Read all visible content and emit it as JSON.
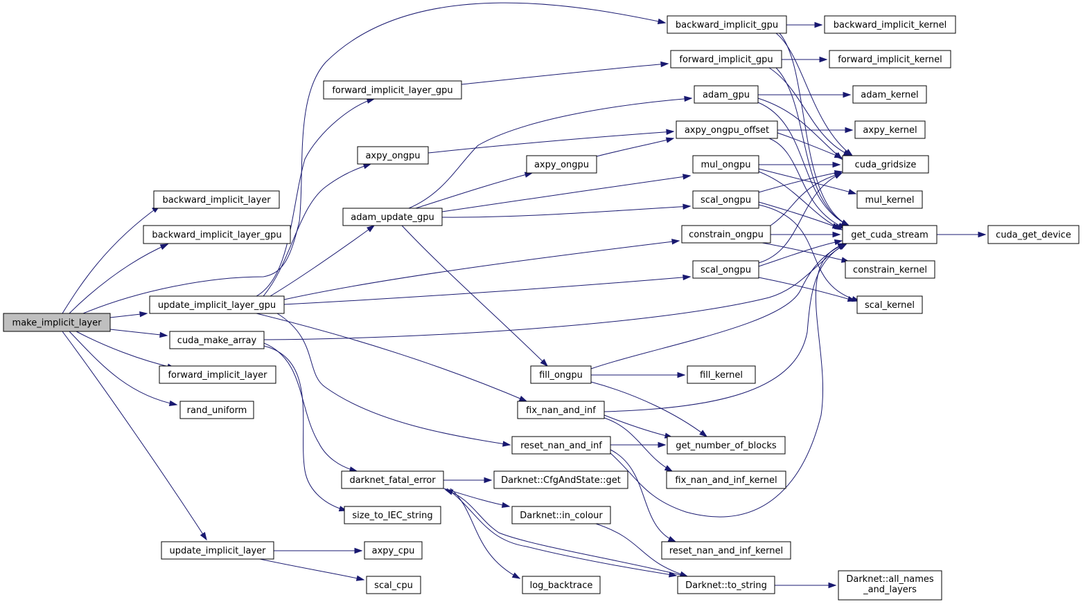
{
  "graph": {
    "type": "call-graph",
    "root": "make_implicit_layer",
    "nodes": [
      {
        "id": "make_implicit_layer",
        "label": "make_implicit_layer",
        "root": true
      },
      {
        "id": "backward_implicit_layer",
        "label": "backward_implicit_layer"
      },
      {
        "id": "backward_implicit_layer_gpu",
        "label": "backward_implicit_layer_gpu"
      },
      {
        "id": "update_implicit_layer_gpu",
        "label": "update_implicit_layer_gpu"
      },
      {
        "id": "cuda_make_array",
        "label": "cuda_make_array"
      },
      {
        "id": "forward_implicit_layer",
        "label": "forward_implicit_layer"
      },
      {
        "id": "rand_uniform",
        "label": "rand_uniform"
      },
      {
        "id": "update_implicit_layer",
        "label": "update_implicit_layer"
      },
      {
        "id": "forward_implicit_layer_gpu",
        "label": "forward_implicit_layer_gpu"
      },
      {
        "id": "axpy_ongpu_a",
        "label": "axpy_ongpu"
      },
      {
        "id": "adam_update_gpu",
        "label": "adam_update_gpu"
      },
      {
        "id": "darknet_fatal_error",
        "label": "darknet_fatal_error"
      },
      {
        "id": "size_to_IEC_string",
        "label": "size_to_IEC_string"
      },
      {
        "id": "axpy_cpu",
        "label": "axpy_cpu"
      },
      {
        "id": "scal_cpu",
        "label": "scal_cpu"
      },
      {
        "id": "backward_implicit_gpu",
        "label": "backward_implicit_gpu"
      },
      {
        "id": "forward_implicit_gpu",
        "label": "forward_implicit_gpu"
      },
      {
        "id": "adam_gpu",
        "label": "adam_gpu"
      },
      {
        "id": "axpy_ongpu_offset",
        "label": "axpy_ongpu_offset"
      },
      {
        "id": "axpy_ongpu_b",
        "label": "axpy_ongpu"
      },
      {
        "id": "mul_ongpu",
        "label": "mul_ongpu"
      },
      {
        "id": "scal_ongpu_a",
        "label": "scal_ongpu"
      },
      {
        "id": "constrain_ongpu",
        "label": "constrain_ongpu"
      },
      {
        "id": "scal_ongpu_b",
        "label": "scal_ongpu"
      },
      {
        "id": "fill_ongpu",
        "label": "fill_ongpu"
      },
      {
        "id": "fix_nan_and_inf",
        "label": "fix_nan_and_inf"
      },
      {
        "id": "reset_nan_and_inf",
        "label": "reset_nan_and_inf"
      },
      {
        "id": "cfg_get",
        "label": "Darknet::CfgAndState::get"
      },
      {
        "id": "in_colour",
        "label": "Darknet::in_colour"
      },
      {
        "id": "log_backtrace",
        "label": "log_backtrace"
      },
      {
        "id": "backward_implicit_kernel",
        "label": "backward_implicit_kernel"
      },
      {
        "id": "forward_implicit_kernel",
        "label": "forward_implicit_kernel"
      },
      {
        "id": "adam_kernel",
        "label": "adam_kernel"
      },
      {
        "id": "axpy_kernel",
        "label": "axpy_kernel"
      },
      {
        "id": "cuda_gridsize",
        "label": "cuda_gridsize"
      },
      {
        "id": "mul_kernel",
        "label": "mul_kernel"
      },
      {
        "id": "get_cuda_stream",
        "label": "get_cuda_stream"
      },
      {
        "id": "constrain_kernel",
        "label": "constrain_kernel"
      },
      {
        "id": "scal_kernel",
        "label": "scal_kernel"
      },
      {
        "id": "fill_kernel",
        "label": "fill_kernel"
      },
      {
        "id": "get_number_of_blocks",
        "label": "get_number_of_blocks"
      },
      {
        "id": "fix_nan_and_inf_kernel",
        "label": "fix_nan_and_inf_kernel"
      },
      {
        "id": "reset_nan_and_inf_kernel",
        "label": "reset_nan_and_inf_kernel"
      },
      {
        "id": "to_string",
        "label": "Darknet::to_string"
      },
      {
        "id": "cuda_get_device",
        "label": "cuda_get_device"
      },
      {
        "id": "all_names",
        "label": "Darknet::all_names",
        "label2": "_and_layers"
      }
    ],
    "edges": [
      [
        "make_implicit_layer",
        "backward_implicit_layer"
      ],
      [
        "make_implicit_layer",
        "backward_implicit_layer_gpu"
      ],
      [
        "make_implicit_layer",
        "update_implicit_layer_gpu"
      ],
      [
        "make_implicit_layer",
        "cuda_make_array"
      ],
      [
        "make_implicit_layer",
        "forward_implicit_layer"
      ],
      [
        "make_implicit_layer",
        "rand_uniform"
      ],
      [
        "make_implicit_layer",
        "update_implicit_layer"
      ],
      [
        "make_implicit_layer",
        "backward_implicit_gpu"
      ],
      [
        "make_implicit_layer",
        "forward_implicit_layer_gpu"
      ],
      [
        "forward_implicit_layer_gpu",
        "forward_implicit_gpu"
      ],
      [
        "backward_implicit_gpu",
        "backward_implicit_kernel"
      ],
      [
        "backward_implicit_gpu",
        "cuda_gridsize"
      ],
      [
        "backward_implicit_gpu",
        "get_cuda_stream"
      ],
      [
        "forward_implicit_gpu",
        "forward_implicit_kernel"
      ],
      [
        "forward_implicit_gpu",
        "cuda_gridsize"
      ],
      [
        "forward_implicit_gpu",
        "get_cuda_stream"
      ],
      [
        "update_implicit_layer_gpu",
        "axpy_ongpu_a"
      ],
      [
        "update_implicit_layer_gpu",
        "adam_update_gpu"
      ],
      [
        "update_implicit_layer_gpu",
        "constrain_ongpu"
      ],
      [
        "update_implicit_layer_gpu",
        "scal_ongpu_b"
      ],
      [
        "update_implicit_layer_gpu",
        "fix_nan_and_inf"
      ],
      [
        "update_implicit_layer_gpu",
        "reset_nan_and_inf"
      ],
      [
        "axpy_ongpu_a",
        "axpy_ongpu_offset"
      ],
      [
        "adam_update_gpu",
        "adam_gpu"
      ],
      [
        "adam_update_gpu",
        "axpy_ongpu_b"
      ],
      [
        "adam_update_gpu",
        "mul_ongpu"
      ],
      [
        "adam_update_gpu",
        "scal_ongpu_a"
      ],
      [
        "adam_update_gpu",
        "fill_ongpu"
      ],
      [
        "axpy_ongpu_b",
        "axpy_ongpu_offset"
      ],
      [
        "adam_gpu",
        "adam_kernel"
      ],
      [
        "adam_gpu",
        "cuda_gridsize"
      ],
      [
        "adam_gpu",
        "get_cuda_stream"
      ],
      [
        "axpy_ongpu_offset",
        "axpy_kernel"
      ],
      [
        "axpy_ongpu_offset",
        "cuda_gridsize"
      ],
      [
        "axpy_ongpu_offset",
        "get_cuda_stream"
      ],
      [
        "mul_ongpu",
        "cuda_gridsize"
      ],
      [
        "mul_ongpu",
        "mul_kernel"
      ],
      [
        "mul_ongpu",
        "get_cuda_stream"
      ],
      [
        "scal_ongpu_a",
        "cuda_gridsize"
      ],
      [
        "scal_ongpu_a",
        "get_cuda_stream"
      ],
      [
        "scal_ongpu_a",
        "scal_kernel"
      ],
      [
        "constrain_ongpu",
        "cuda_gridsize"
      ],
      [
        "constrain_ongpu",
        "get_cuda_stream"
      ],
      [
        "constrain_ongpu",
        "constrain_kernel"
      ],
      [
        "scal_ongpu_b",
        "cuda_gridsize"
      ],
      [
        "scal_ongpu_b",
        "get_cuda_stream"
      ],
      [
        "scal_ongpu_b",
        "scal_kernel"
      ],
      [
        "fill_ongpu",
        "fill_kernel"
      ],
      [
        "fill_ongpu",
        "get_number_of_blocks"
      ],
      [
        "fill_ongpu",
        "get_cuda_stream"
      ],
      [
        "fix_nan_and_inf",
        "get_number_of_blocks"
      ],
      [
        "fix_nan_and_inf",
        "fix_nan_and_inf_kernel"
      ],
      [
        "fix_nan_and_inf",
        "get_cuda_stream"
      ],
      [
        "reset_nan_and_inf",
        "get_number_of_blocks"
      ],
      [
        "reset_nan_and_inf",
        "reset_nan_and_inf_kernel"
      ],
      [
        "reset_nan_and_inf",
        "get_cuda_stream"
      ],
      [
        "cuda_make_array",
        "get_cuda_stream"
      ],
      [
        "cuda_make_array",
        "darknet_fatal_error"
      ],
      [
        "cuda_make_array",
        "size_to_IEC_string"
      ],
      [
        "darknet_fatal_error",
        "cfg_get"
      ],
      [
        "darknet_fatal_error",
        "in_colour"
      ],
      [
        "darknet_fatal_error",
        "log_backtrace"
      ],
      [
        "darknet_fatal_error",
        "to_string"
      ],
      [
        "in_colour",
        "to_string"
      ],
      [
        "to_string",
        "darknet_fatal_error"
      ],
      [
        "to_string",
        "all_names"
      ],
      [
        "get_cuda_stream",
        "cuda_get_device"
      ],
      [
        "update_implicit_layer",
        "axpy_cpu"
      ],
      [
        "update_implicit_layer",
        "scal_cpu"
      ]
    ]
  }
}
